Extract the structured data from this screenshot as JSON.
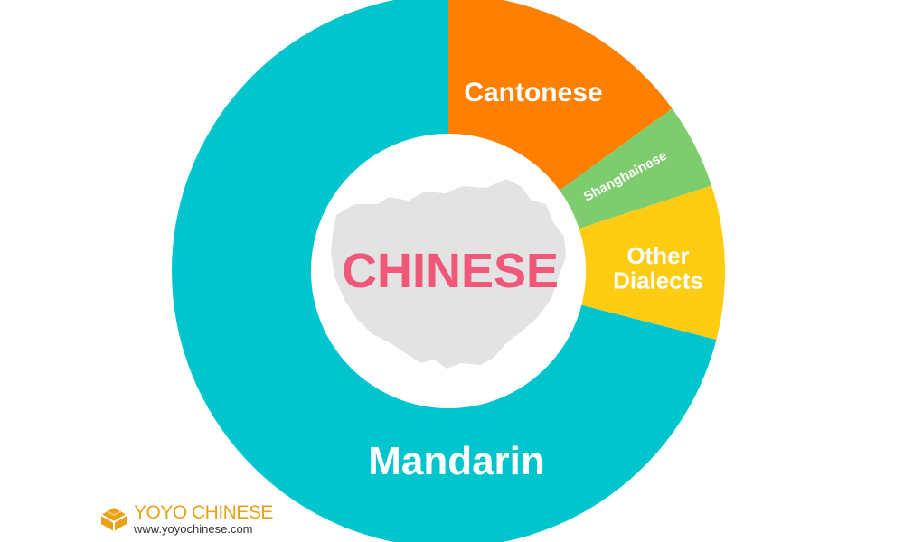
{
  "chart_data": {
    "type": "pie",
    "center_label": "CHINESE",
    "slices": [
      {
        "name": "Mandarin",
        "value": 71,
        "color": "#00c5cd"
      },
      {
        "name": "Cantonese",
        "value": 15,
        "color": "#ff7f00"
      },
      {
        "name": "Shanghainese",
        "value": 5,
        "color": "#7dcd6e"
      },
      {
        "name": "Other Dialects",
        "value": 9,
        "color": "#ffcc14"
      }
    ],
    "legend": "none"
  },
  "colors": {
    "center_text": "#f0587a",
    "ring_inner": "#7ee0e6",
    "map_fill": "#e3e3e3",
    "brand": "#e8a21a"
  },
  "brand": {
    "name": "YOYO CHINESE",
    "url": "www.yoyochinese.com",
    "icon": "yoyo-logo-icon"
  }
}
